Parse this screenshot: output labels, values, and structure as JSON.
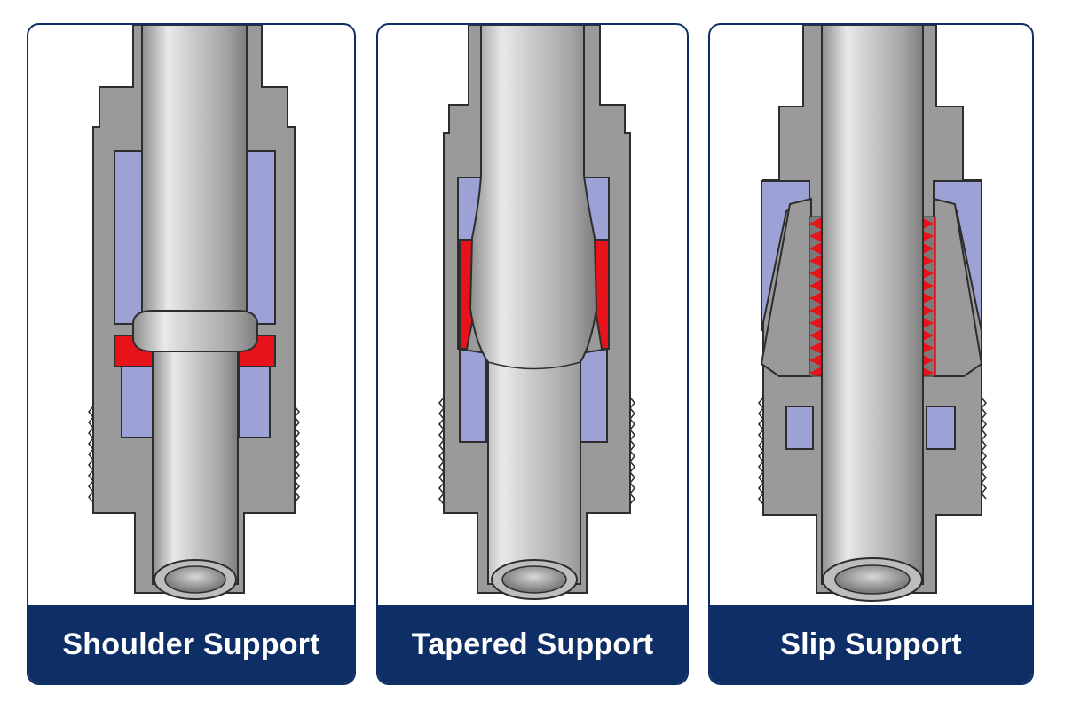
{
  "panels": [
    {
      "label": "Shoulder Support"
    },
    {
      "label": "Tapered Support"
    },
    {
      "label": "Slip Support"
    }
  ],
  "colors": {
    "frame": "#0e2e66",
    "caption_bg": "#0e2e66",
    "caption_text": "#ffffff",
    "body_steel": "#9a9a9a",
    "tube_steel": "#c9c9c9",
    "liner_lavender": "#9da2d6",
    "seal_red": "#e8121b",
    "outline": "#2d2d2d"
  },
  "icons": [
    "shoulder-support-cross-section",
    "tapered-support-cross-section",
    "slip-support-cross-section"
  ]
}
